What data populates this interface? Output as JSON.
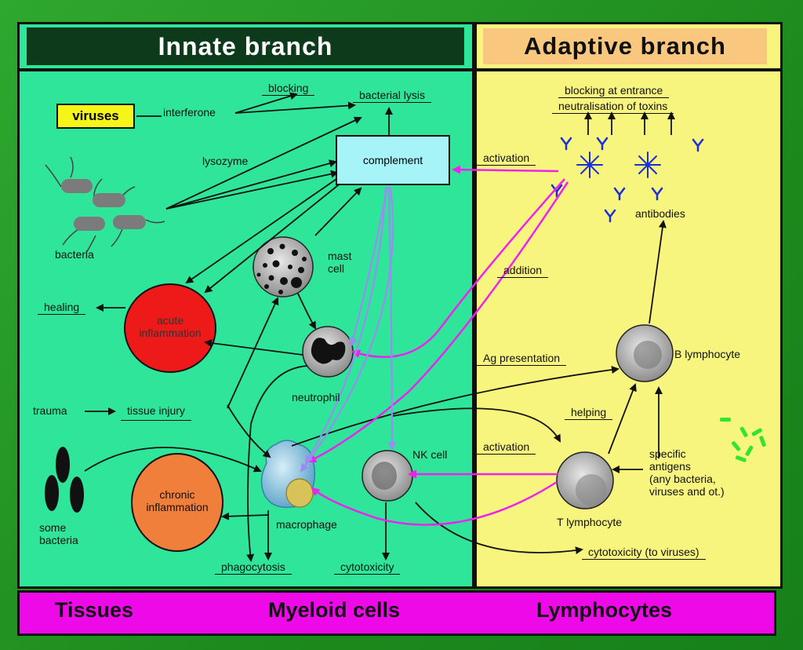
{
  "headers": {
    "innate": "Innate branch",
    "adaptive": "Adaptive branch"
  },
  "footer": {
    "tissues": "Tissues",
    "myeloid": "Myeloid cells",
    "lymphocytes": "Lymphocytes"
  },
  "innate": {
    "viruses": "viruses",
    "interferone": "interferone",
    "blocking": "blocking",
    "bacterial_lysis": "bacterial lysis",
    "lysozyme": "lysozyme",
    "complement": "complement",
    "bacteria": "bacteria",
    "mast_cell": "mast\ncell",
    "healing": "healing",
    "acute_inflammation": "acute\ninflammation",
    "neutrophil": "neutrophil",
    "trauma": "trauma",
    "tissue_injury": "tissue injury",
    "some_bacteria": "some\nbacteria",
    "chronic_inflammation": "chronic\ninflammation",
    "macrophage": "macrophage",
    "nk_cell": "NK cell",
    "phagocytosis": "phagocytosis",
    "cytotoxicity": "cytotoxicity"
  },
  "adaptive": {
    "blocking_entrance": "blocking at entrance",
    "neutralisation": "neutralisation of toxins",
    "activation_top": "activation",
    "antibodies": "antibodies",
    "addition": "addition",
    "ag_presentation": "Ag presentation",
    "b_lymphocyte": "B lymphocyte",
    "helping": "helping",
    "activation_bottom": "activation",
    "specific_antigens": "specific\nantigens\n(any bacteria,\nviruses and ot.)",
    "t_lymphocyte": "T lymphocyte",
    "cytotoxicity_viruses": "cytotoxicity (to viruses)"
  },
  "colors": {
    "innate_bg": "#2fe59a",
    "adaptive_bg": "#f7f57e",
    "footer_bg": "#ee0ae8",
    "magenta_arrow": "#f020f0",
    "lavender_arrow": "#9a8cf0",
    "acute": "#ee1a1a",
    "chronic": "#f07f3c"
  }
}
